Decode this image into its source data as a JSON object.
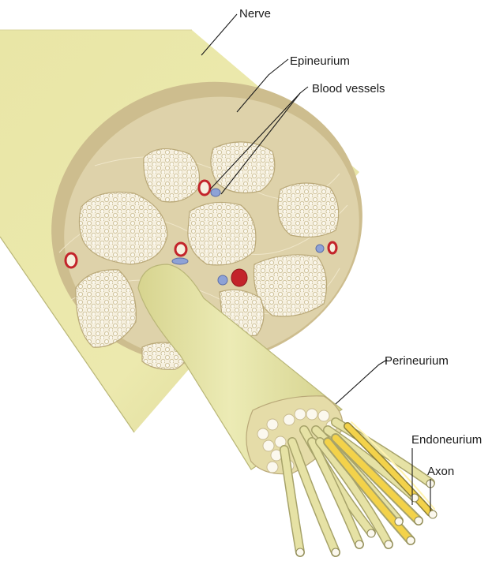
{
  "labels": {
    "nerve": "Nerve",
    "epineurium": "Epineurium",
    "blood_vessels": "Blood vessels",
    "perineurium": "Perineurium",
    "endoneurium": "Endoneurium",
    "axon": "Axon"
  },
  "colors": {
    "nerve_sheath": "#ede9ad",
    "nerve_shadow": "#c8c77f",
    "epineurium": "#ded2aa",
    "epineurium_rim": "#cdbd8e",
    "fascicle": "#f6f0df",
    "fiber_stroke": "#c7b98e",
    "artery": "#c3242b",
    "vein": "#8ea2d6",
    "axon_core": "#f3d24a"
  }
}
